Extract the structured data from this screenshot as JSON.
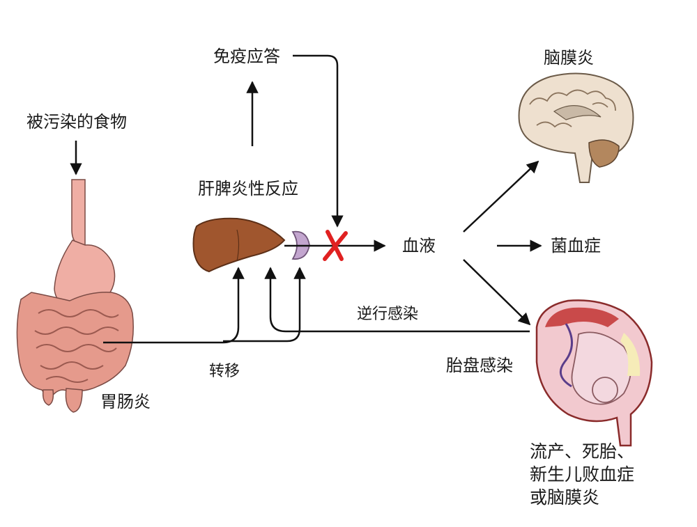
{
  "labels": {
    "contaminated_food": "被污染的食物",
    "gastroenteritis": "胃肠炎",
    "immune_response": "免疫应答",
    "hepatosplenic_inflammation": "肝脾炎性反应",
    "metastasis": "转移",
    "blood": "血液",
    "retrograde_infection": "逆行感染",
    "meningitis": "脑膜炎",
    "bacteremia": "菌血症",
    "placental_infection": "胎盘感染",
    "outcomes_line1": "流产、死胎、",
    "outcomes_line2": "新生儿败血症",
    "outcomes_line3": "或脑膜炎"
  },
  "colors": {
    "arrow": "#111111",
    "liver": "#a0562e",
    "spleen": "#c3a6cf",
    "intestine": "#e59a8c",
    "stomach": "#efaea4",
    "block_x": "#e02121",
    "brain": "#eee0cf",
    "uterus": "#c94a4a",
    "fetus": "#f3d8df"
  },
  "icons": [
    "stomach-intestine-icon",
    "liver-icon",
    "spleen-icon",
    "block-x-icon",
    "brain-icon",
    "uterus-fetus-icon"
  ]
}
